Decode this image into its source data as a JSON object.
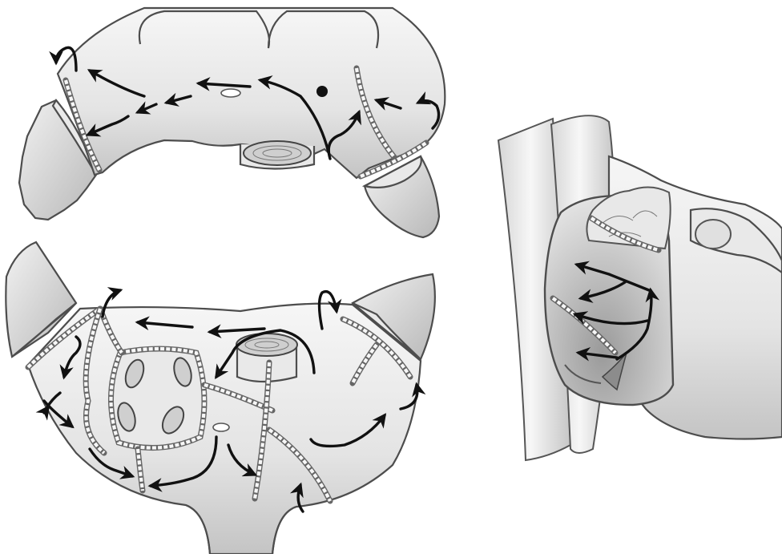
{
  "figure": {
    "panels": [
      {
        "name": "upper-specimen",
        "arrow_count": 11
      },
      {
        "name": "lower-specimen",
        "arrow_count": 12
      },
      {
        "name": "lateral-view",
        "arrow_count": 4
      }
    ],
    "colors": {
      "tissue_light": "#f4f4f4",
      "tissue_dark": "#bdbdbd",
      "outline": "#4d4d4d",
      "arrow": "#111111",
      "background": "#ffffff"
    },
    "icons": [
      "flow-arrow",
      "channel-chain",
      "cut-stump",
      "lumen-opening",
      "dot-marker"
    ]
  }
}
